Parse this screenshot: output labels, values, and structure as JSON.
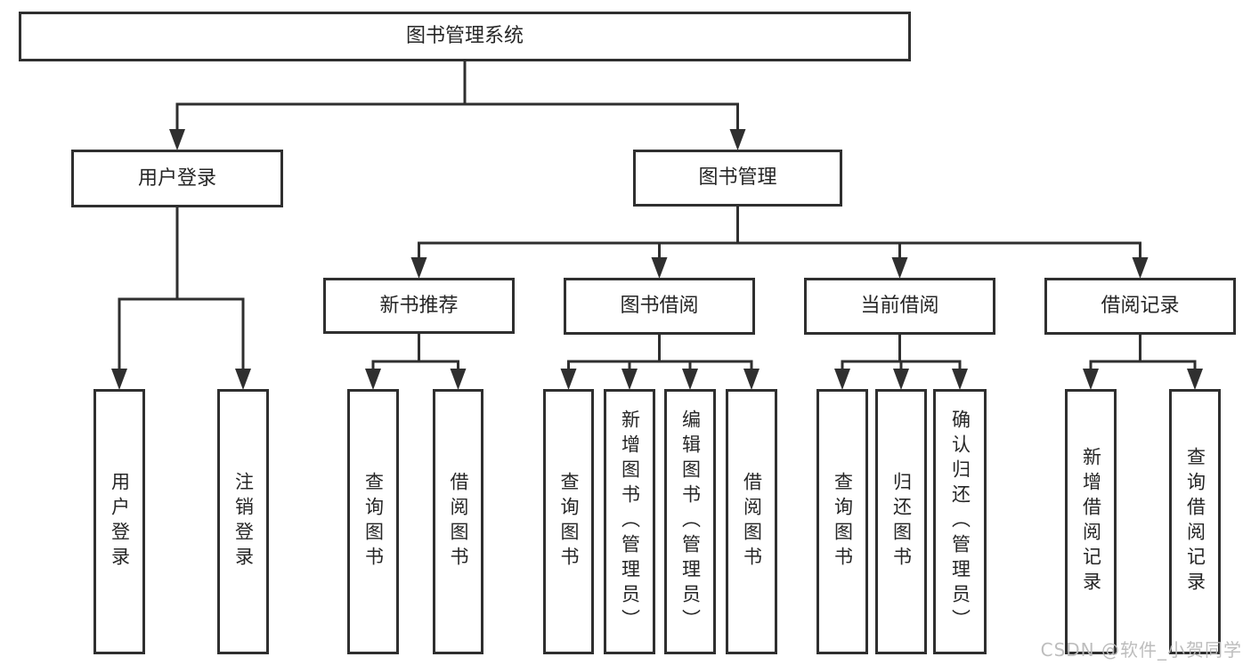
{
  "diagram_title": "图书管理系统",
  "nodes": [
    {
      "id": "root",
      "label": "图书管理系统"
    },
    {
      "id": "user-login",
      "label": "用户登录"
    },
    {
      "id": "book-mgmt",
      "label": "图书管理"
    },
    {
      "id": "new-book-rec",
      "label": "新书推荐"
    },
    {
      "id": "book-borrow",
      "label": "图书借阅"
    },
    {
      "id": "current-borrow",
      "label": "当前借阅"
    },
    {
      "id": "borrow-record",
      "label": "借阅记录"
    },
    {
      "id": "leaf-user-login",
      "label": "用户登录"
    },
    {
      "id": "leaf-logout",
      "label": "注销登录"
    },
    {
      "id": "leaf-query-book-1",
      "label": "查询图书"
    },
    {
      "id": "leaf-borrow-book-1",
      "label": "借阅图书"
    },
    {
      "id": "leaf-query-book-2",
      "label": "查询图书"
    },
    {
      "id": "leaf-add-book",
      "label": "新增图书（管理员）"
    },
    {
      "id": "leaf-edit-book",
      "label": "编辑图书（管理员）"
    },
    {
      "id": "leaf-borrow-book-2",
      "label": "借阅图书"
    },
    {
      "id": "leaf-query-book-3",
      "label": "查询图书"
    },
    {
      "id": "leaf-return-book",
      "label": "归还图书"
    },
    {
      "id": "leaf-confirm-return",
      "label": "确认归还（管理员）"
    },
    {
      "id": "leaf-add-record",
      "label": "新增借阅记录"
    },
    {
      "id": "leaf-query-record",
      "label": "查询借阅记录"
    }
  ],
  "edges": [
    {
      "from": "root",
      "to": [
        "user-login",
        "book-mgmt"
      ]
    },
    {
      "from": "user-login",
      "to": [
        "leaf-user-login",
        "leaf-logout"
      ]
    },
    {
      "from": "book-mgmt",
      "to": [
        "new-book-rec",
        "book-borrow",
        "current-borrow",
        "borrow-record"
      ]
    },
    {
      "from": "new-book-rec",
      "to": [
        "leaf-query-book-1",
        "leaf-borrow-book-1"
      ]
    },
    {
      "from": "book-borrow",
      "to": [
        "leaf-query-book-2",
        "leaf-add-book",
        "leaf-edit-book",
        "leaf-borrow-book-2"
      ]
    },
    {
      "from": "current-borrow",
      "to": [
        "leaf-query-book-3",
        "leaf-return-book",
        "leaf-confirm-return"
      ]
    },
    {
      "from": "borrow-record",
      "to": [
        "leaf-add-record",
        "leaf-query-record"
      ]
    }
  ],
  "watermark": "CSDN @软件_小贺同学",
  "colors": {
    "line": "#2f2f2f",
    "text": "#262626",
    "node_background": "#ffffff",
    "watermark": "#b9b9b9",
    "background": "#ffffff"
  }
}
